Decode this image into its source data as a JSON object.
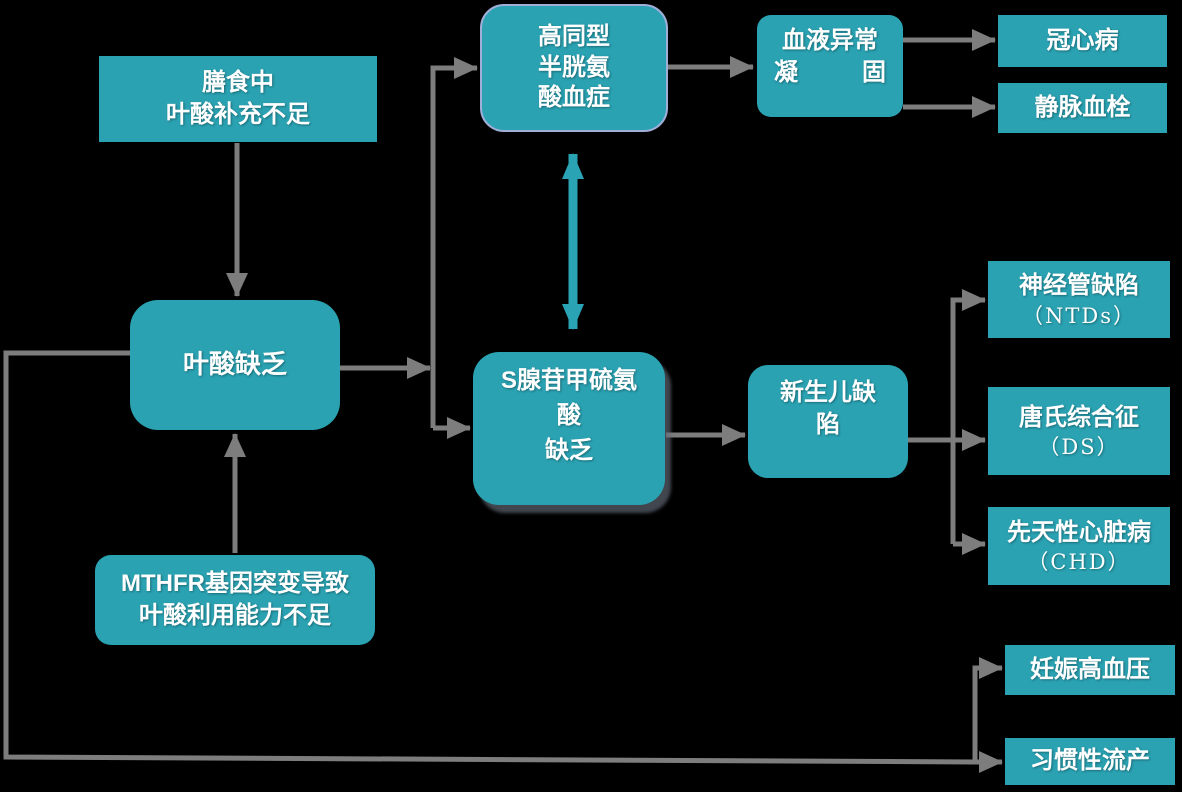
{
  "colors": {
    "background": "#000000",
    "node_fill": "#2aa2b2",
    "arrow_gray": "#7d7d7d",
    "arrow_teal": "#2aa3b5",
    "hhcy_border": "#a0aed8",
    "text": "#ffffff"
  },
  "nodes": {
    "diet": {
      "lines": [
        "膳食中",
        "叶酸补充不足"
      ]
    },
    "folate_deficiency": {
      "lines": [
        "叶酸缺乏"
      ]
    },
    "mthfr": {
      "lines": [
        "MTHFR基因突变导致",
        "叶酸利用能力不足"
      ]
    },
    "hyperhomocysteinemia": {
      "lines": [
        "高同型",
        "半胱氨",
        "酸血症"
      ]
    },
    "sam_deficiency": {
      "lines": [
        "S腺苷甲硫氨",
        "酸",
        "缺乏"
      ]
    },
    "coagulation": {
      "line1": "血液异常",
      "line2_left": "凝",
      "line2_right": "固"
    },
    "coronary_heart_disease": {
      "lines": [
        "冠心病"
      ]
    },
    "venous_thrombosis": {
      "lines": [
        "静脉血栓"
      ]
    },
    "neonatal_defects": {
      "lines": [
        "新生儿缺",
        "陷"
      ]
    },
    "neural_tube_defects": {
      "label": "神经管缺陷",
      "sub": "（NTDs）"
    },
    "down_syndrome": {
      "label": "唐氏综合征",
      "sub": "（DS）"
    },
    "congenital_heart_disease": {
      "label": "先天性心脏病",
      "sub": "（CHD）"
    },
    "pregnancy_hypertension": {
      "lines": [
        "妊娠高血压"
      ]
    },
    "habitual_abortion": {
      "lines": [
        "习惯性流产"
      ]
    }
  }
}
